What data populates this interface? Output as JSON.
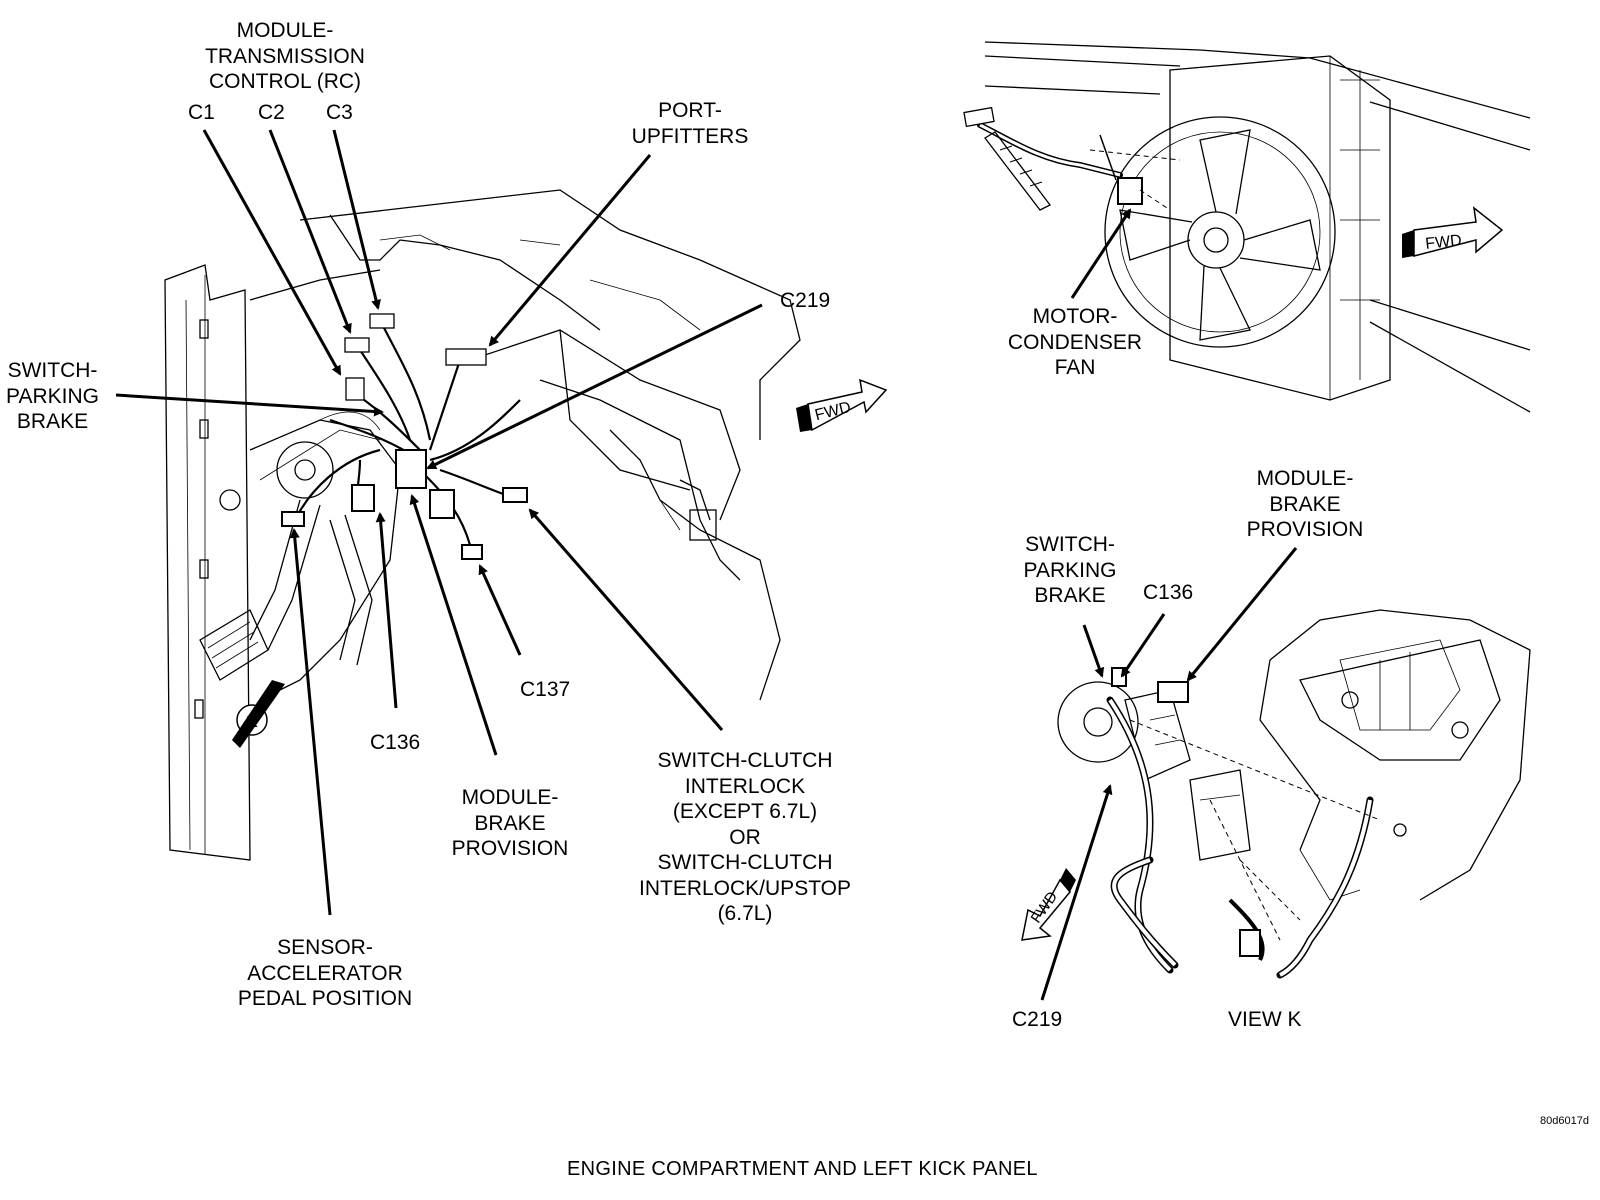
{
  "caption": "ENGINE COMPARTMENT  AND LEFT KICK PANEL",
  "figure_code": "80d6017d",
  "labels": {
    "tcm": [
      "MODULE-",
      "TRANSMISSION",
      "CONTROL (RC)"
    ],
    "c1": "C1",
    "c2": "C2",
    "c3": "C3",
    "port_upfitters": [
      "PORT-",
      "UPFITTERS"
    ],
    "c219_main": "C219",
    "switch_parking_brake_main": [
      "SWITCH-",
      "PARKING",
      "BRAKE"
    ],
    "c137": "C137",
    "c136_main": "C136",
    "module_brake_provision_main": [
      "MODULE-",
      "BRAKE",
      "PROVISION"
    ],
    "switch_clutch": [
      "SWITCH-CLUTCH",
      "INTERLOCK",
      "(EXCEPT 6.7L)",
      "OR",
      "SWITCH-CLUTCH",
      "INTERLOCK/UPSTOP",
      "(6.7L)"
    ],
    "sensor_app": [
      "SENSOR-",
      "ACCELERATOR",
      "PEDAL POSITION"
    ],
    "motor_condenser_fan": [
      "MOTOR-",
      "CONDENSER",
      "FAN"
    ],
    "module_brake_provision_k": [
      "MODULE-",
      "BRAKE",
      "PROVISION"
    ],
    "switch_parking_brake_k": [
      "SWITCH-",
      "PARKING",
      "BRAKE"
    ],
    "c136_k": "C136",
    "c219_k": "C219",
    "view_k": "VIEW K",
    "fwd": "FWD",
    "k_marker": "K"
  }
}
